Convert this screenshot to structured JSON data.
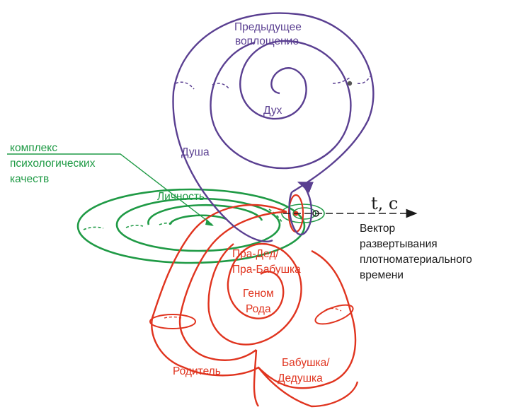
{
  "labels": {
    "previous_incarnation_1": "Предыдущее",
    "previous_incarnation_2": "воплощение",
    "spirit": "Дух",
    "soul": "Душа",
    "complex_1": "комплекс",
    "complex_2": "психологических",
    "complex_3": "качеств",
    "personality": "Личность",
    "time_axis": "t, c",
    "vector_1": "Вектор",
    "vector_2": "развертывания",
    "vector_3": "плотноматериального",
    "vector_4": "времени",
    "great_grandparent_1": "Пра-Дед/",
    "great_grandparent_2": "Пра-Бабушка",
    "genome_1": "Геном",
    "genome_2": "Рода",
    "parent": "Родитель",
    "grandparent_1": "Бабушка/",
    "grandparent_2": "Дедушка"
  },
  "colors": {
    "soul_spiral": "#5a3f91",
    "personality_spiral": "#1f9a45",
    "lineage_spiral": "#e0341f",
    "axis": "#1a1a1a"
  }
}
